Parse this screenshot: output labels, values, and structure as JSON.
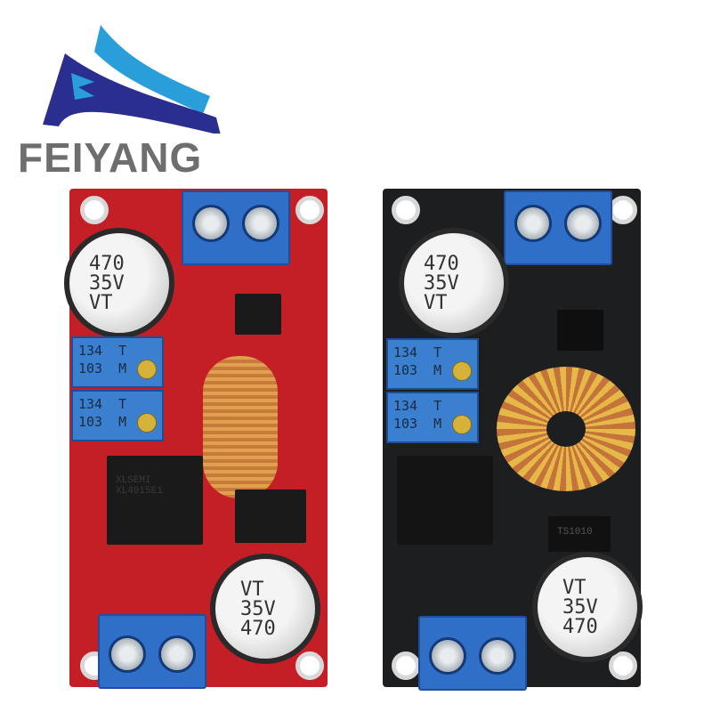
{
  "brand": {
    "name": "FEIYANG",
    "colors": {
      "dark_blue": "#2a2f8f",
      "light_blue": "#2a9ed8",
      "text_gray": "#6e6e6e"
    }
  },
  "product": {
    "boards": [
      {
        "id": "red-board",
        "pcb_color": "#c41e27",
        "capacitor_top": "470\n35V\nVT",
        "capacitor_bottom": "VT\n35V\n470",
        "pot_1": "134  T\n103  M",
        "pot_2": "134  T\n103  M",
        "regulator_marking": "XLSEMI\nXL4015E1",
        "inductor": "toroid-yellow-copper"
      },
      {
        "id": "black-board",
        "pcb_color": "#1d1e20",
        "capacitor_top": "470\n35V\nVT",
        "capacitor_bottom": "VT\n35V\n470",
        "pot_1": "134  T\n103  M",
        "pot_2": "134  T\n103  M",
        "diode_marking": "TS1010",
        "inductor": "toroid-yellow-copper"
      }
    ]
  }
}
